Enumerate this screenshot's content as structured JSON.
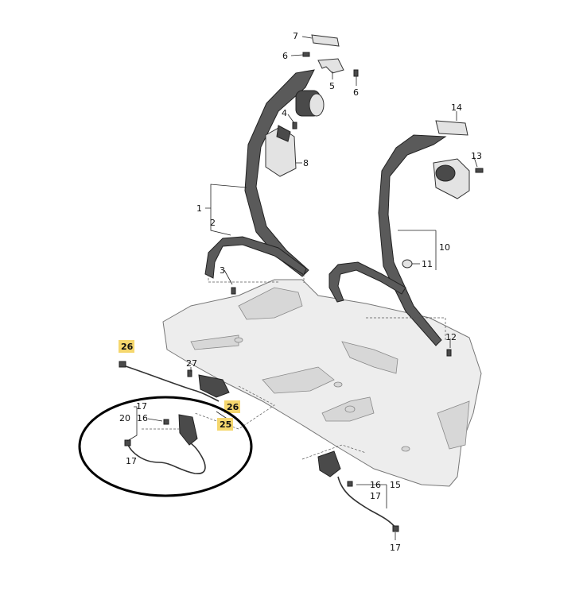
{
  "callouts": {
    "p1": "1",
    "p2": "2",
    "p3": "3",
    "p4": "4",
    "p5": "5",
    "p6a": "6",
    "p6b": "6",
    "p7": "7",
    "p8": "8",
    "p10": "10",
    "p11": "11",
    "p12": "12",
    "p13": "13",
    "p14": "14",
    "p15": "15",
    "p16a": "16",
    "p16b": "16",
    "p17a": "17",
    "p17b": "17",
    "p17c": "17",
    "p17d": "17",
    "p20": "20",
    "p25": "25",
    "p26a": "26",
    "p26b": "26",
    "p27": "27"
  },
  "colors": {
    "highlight": "#f5d76e",
    "belt": "#5a5a5a",
    "trim": "#ededed",
    "ellipse": "#000000"
  }
}
